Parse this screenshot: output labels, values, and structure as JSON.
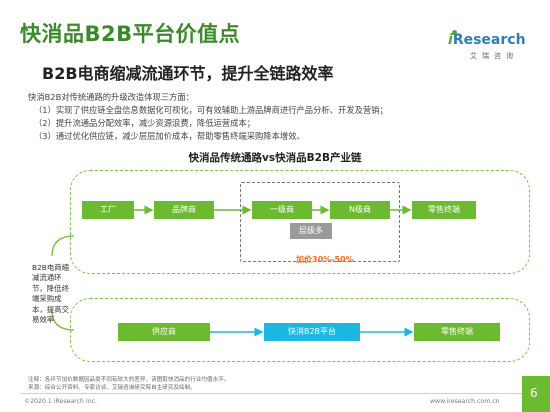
{
  "header": {
    "title": "快消品B2B平台价值点",
    "subtitle": "B2B电商缩减流通环节，提升全链路效率"
  },
  "logo": {
    "brand_i": "i",
    "brand_rest": "Research",
    "cn": "艾瑞咨询"
  },
  "intro": "快消B2B对传统通路的升级改造体现三方面：",
  "points": [
    "（1）实现了供应链全盘信息数据化可视化，可有效辅助上游品牌商进行产品分析、开发及营销；",
    "（2）提升流通品分配效率，减少资源浪费，降低运营成本；",
    "（3）通过优化供应链，减少层层加价成本，帮助零售终端采购降本增效。"
  ],
  "diagram": {
    "title": "快消品传统通路vs快消品B2B产业链",
    "top_chain": [
      "工厂",
      "品牌商",
      "一级商",
      "N级商",
      "零售终端"
    ],
    "layers_label": "层级多",
    "markup_label": "加价30%-50%",
    "side_note": "B2B电商缩减流通环节，降低终端采购成本，提高交易效率",
    "bottom_chain": [
      "供应商",
      "快消B2B平台",
      "零售终端"
    ],
    "colors": {
      "green": "#6cba2f",
      "blue": "#1bb7e0",
      "orange": "#f26b1d",
      "grey": "#9a9a9a"
    }
  },
  "notes": [
    "注释：各环节加价数据因品类不同有较大的差异，该图取快消品的行业均值水平。",
    "来源：综合公开资料、专家访谈、艾瑞咨询研究院自主研究及绘制。"
  ],
  "footer": {
    "copyright": "©2020.1 iResearch Inc.",
    "website": "www.iresearch.com.cn",
    "page": "6"
  }
}
